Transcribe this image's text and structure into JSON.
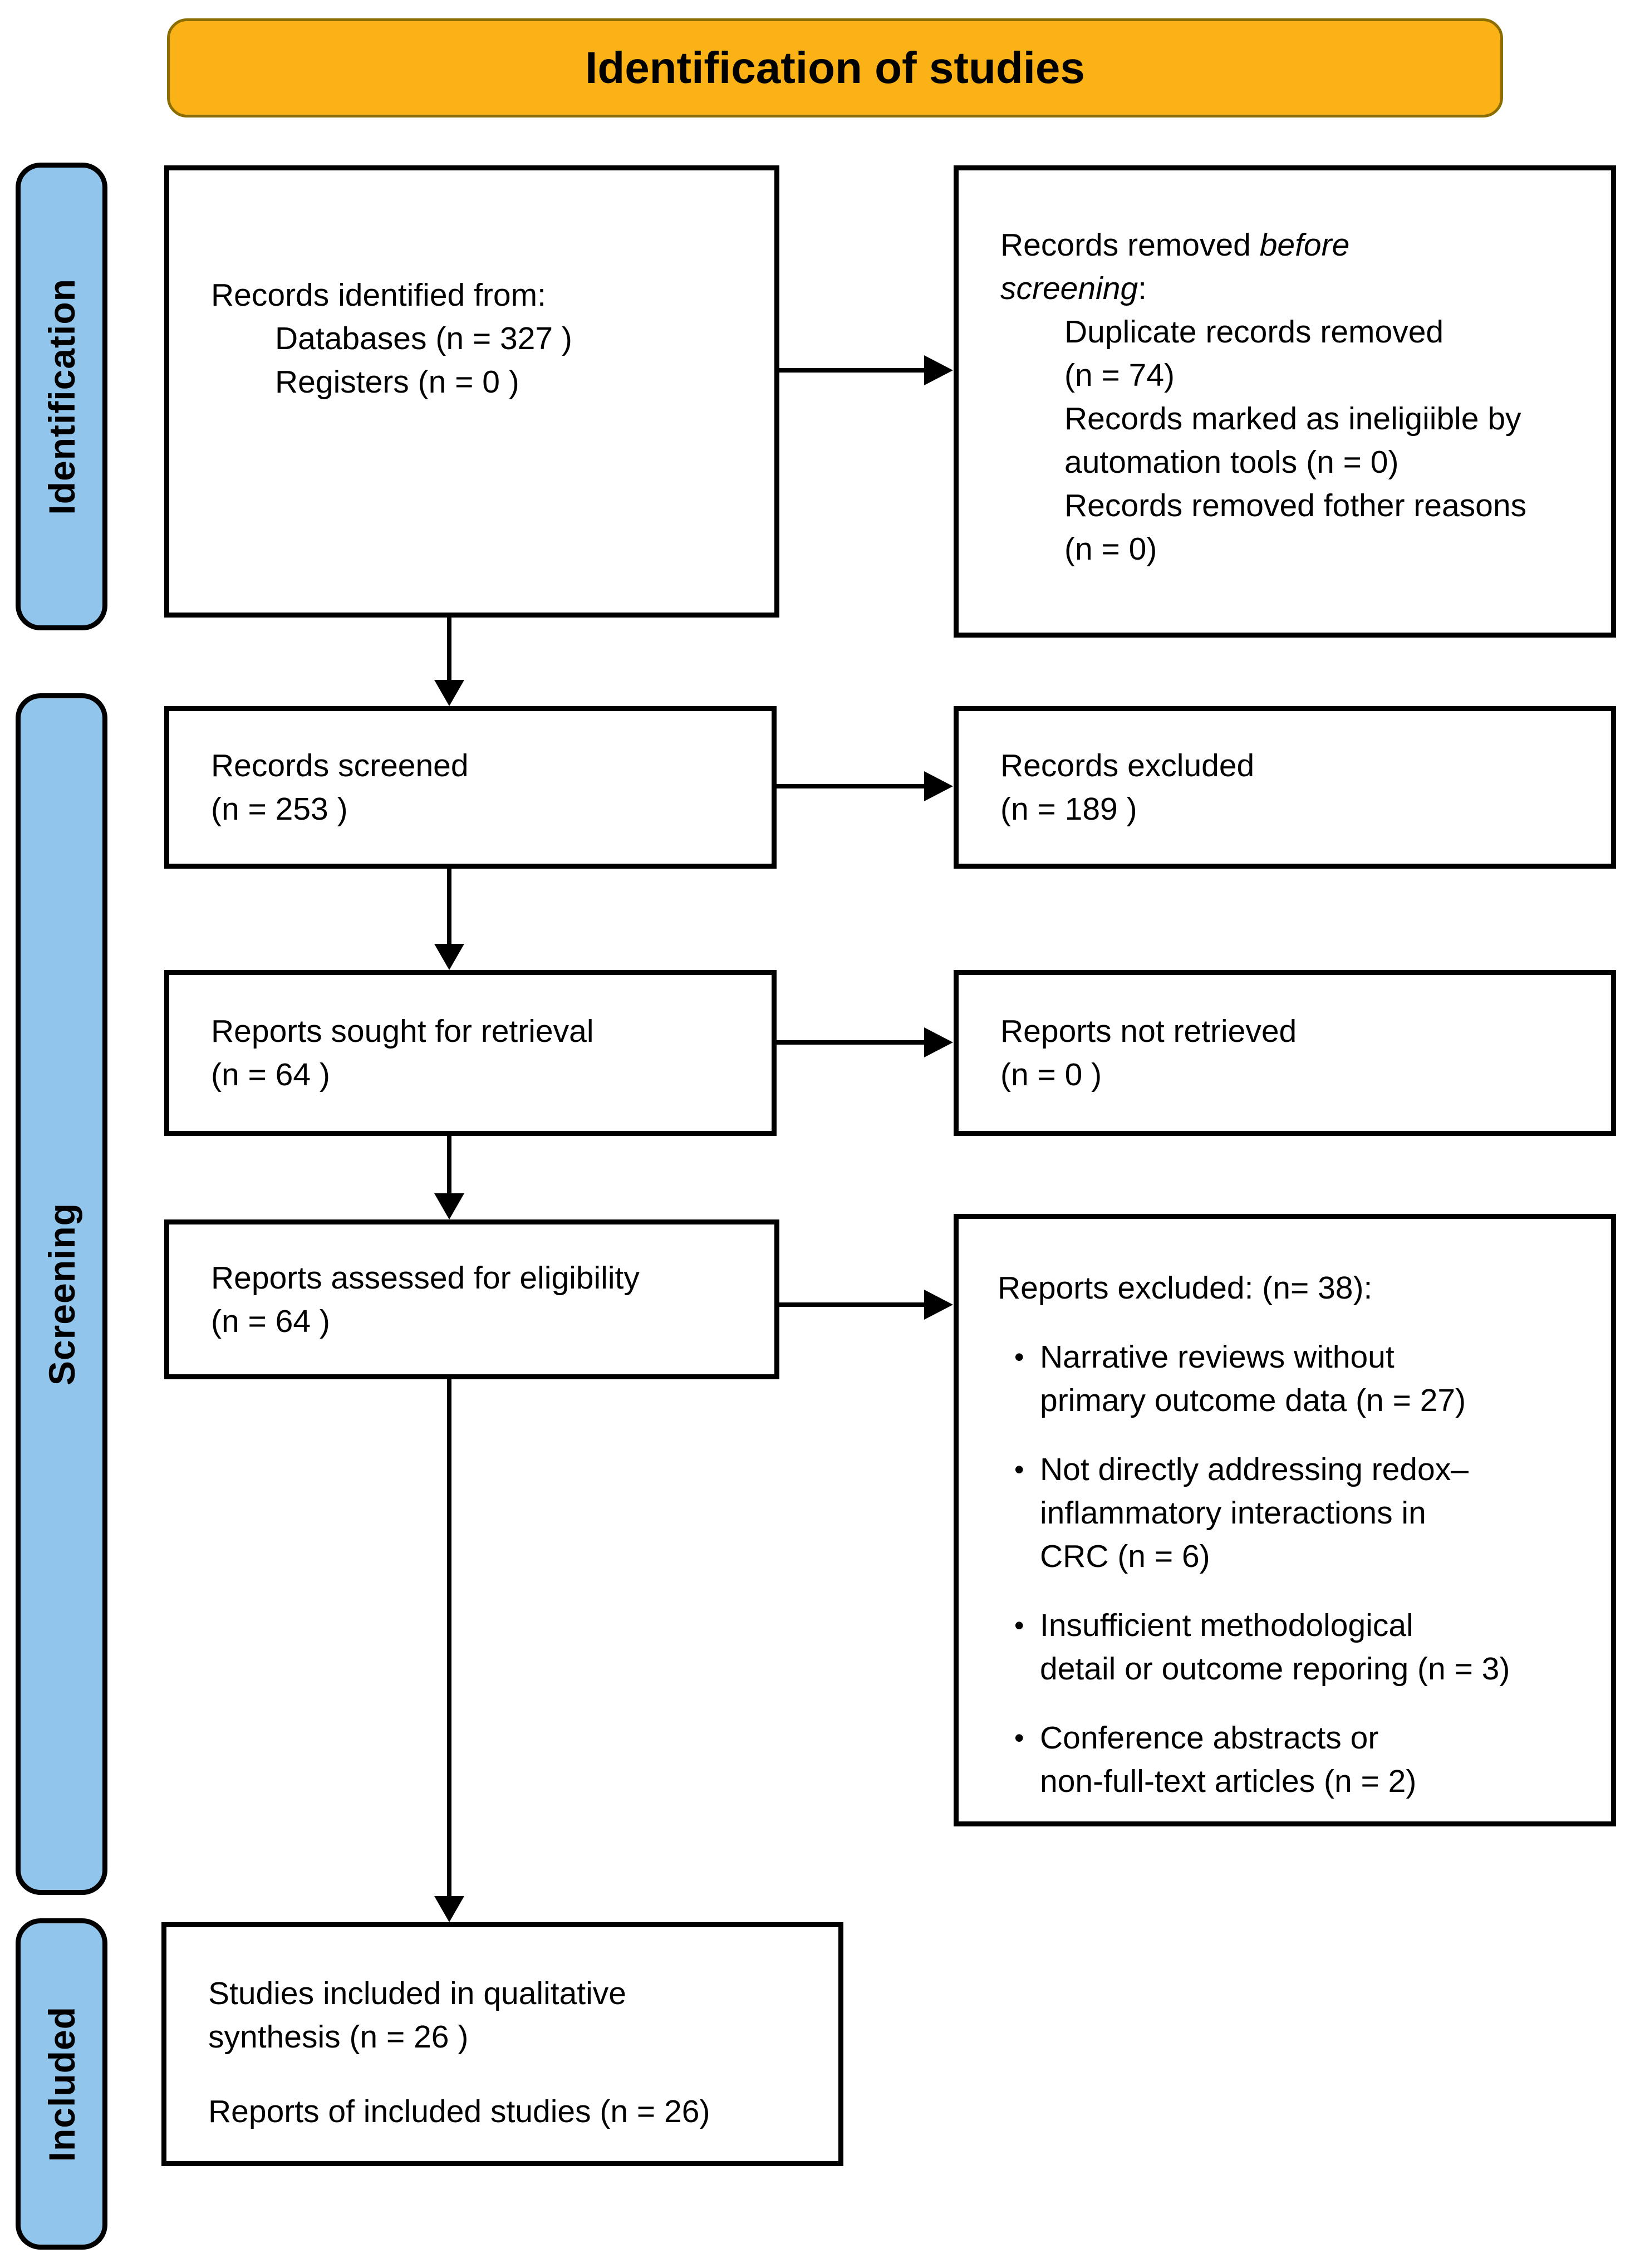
{
  "banner": {
    "title": "Identification of studies",
    "fill": "#FBB216",
    "border": "#8C6D00"
  },
  "stage_fill": "#92C5EB",
  "stages": [
    {
      "label": "Identification"
    },
    {
      "label": "Screening"
    },
    {
      "label": "Included"
    }
  ],
  "glyphs": {
    "bullet": "•"
  },
  "boxes": {
    "records_identified": {
      "title": "Records identified from:",
      "items": [
        "Databases (n = 327 )",
        "Registers (n = 0 )"
      ]
    },
    "records_removed": {
      "title_prefix": "Records removed ",
      "title_italic": "before screening",
      "title_suffix": ":",
      "items": [
        "Duplicate records removed\n(n = 74)",
        "Records marked as ineligiible by\nautomation tools (n = 0)",
        "Records removed fother reasons\n(n = 0)"
      ]
    },
    "records_screened": {
      "text": "Records screened\n(n = 253 )"
    },
    "records_excluded": {
      "text": "Records excluded\n(n = 189 )"
    },
    "reports_sought": {
      "text": "Reports sought for retrieval\n(n = 64 )"
    },
    "reports_not_retrieved": {
      "text": "Reports not retrieved\n(n = 0 )"
    },
    "reports_assessed": {
      "text": "Reports assessed for eligibility\n(n = 64 )"
    },
    "reports_excluded": {
      "title": "Reports excluded: (n= 38):",
      "bullets": [
        "Narrative reviews without\nprimary outcome data (n = 27)",
        "Not directly addressing redox–\ninflammatory interactions in\nCRC (n = 6)",
        "Insufficient methodological\ndetail or outcome reporing (n = 3)",
        "Conference abstracts or\nnon-full-text articles (n = 2)"
      ]
    },
    "studies_included": {
      "para1": "Studies included in qualitative\nsynthesis (n = 26 )",
      "para2": "Reports of included studies (n = 26)"
    }
  }
}
